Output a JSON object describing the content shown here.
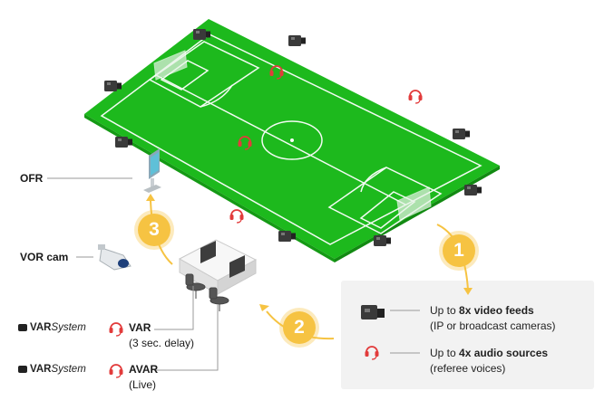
{
  "colors": {
    "pitch": "#1db91d",
    "pitch_edge": "#159a15",
    "accent": "#f6c342",
    "headset": "#e23b3b",
    "legend_bg": "#f2f2f2"
  },
  "left_labels": {
    "ofr": "OFR",
    "vor_cam": "VOR cam"
  },
  "var_rows": [
    {
      "brand_bold": "VAR",
      "brand_italic": "System",
      "title": "VAR",
      "detail": "(3 sec. delay)"
    },
    {
      "brand_bold": "VAR",
      "brand_italic": "System",
      "title": "AVAR",
      "detail": "(Live)"
    }
  ],
  "steps": [
    "1",
    "2",
    "3"
  ],
  "legend": {
    "video": {
      "prefix": "Up to ",
      "bold": "8x video feeds",
      "detail": "(IP or broadcast cameras)",
      "icon": "camera-icon"
    },
    "audio": {
      "prefix": "Up to ",
      "bold": "4x audio sources",
      "detail": "(referee voices)",
      "icon": "headset-icon"
    }
  }
}
